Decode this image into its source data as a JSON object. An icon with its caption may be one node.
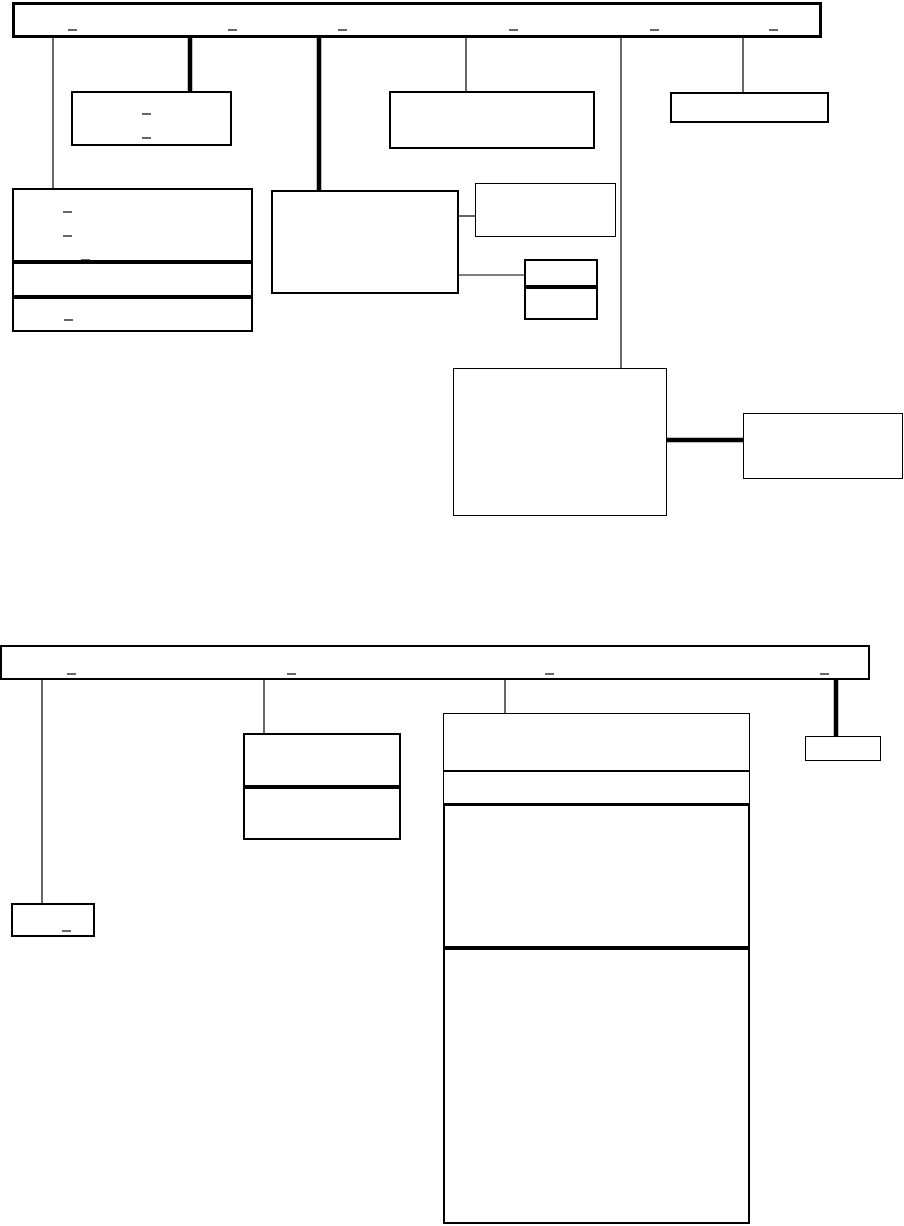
{
  "diagram": {
    "nodes": [
      {
        "text": [],
        "shape": "box"
      },
      {
        "text": [],
        "shape": "box"
      },
      {
        "text": [],
        "shape": "box"
      },
      {
        "text": [],
        "shape": "box"
      },
      {
        "text": [],
        "shape": "box"
      },
      {
        "text": [],
        "shape": "box"
      },
      {
        "text": [],
        "shape": "box"
      },
      {
        "text": [],
        "shape": "box"
      },
      {
        "text": [],
        "shape": "box"
      },
      {
        "text": [],
        "shape": "box"
      },
      {
        "text": [],
        "shape": "box"
      },
      {
        "text": [],
        "shape": "box"
      },
      {
        "text": [],
        "shape": "box"
      },
      {
        "text": [],
        "shape": "box"
      },
      {
        "text": [],
        "shape": "box"
      },
      {
        "text": [],
        "shape": "box"
      },
      {
        "text": [],
        "shape": "box"
      },
      {
        "text": [],
        "shape": "box"
      },
      {
        "text": [],
        "shape": "box"
      },
      {
        "text": [],
        "shape": "box"
      },
      {
        "text": [],
        "shape": "box"
      },
      {
        "text": [],
        "shape": "box"
      }
    ],
    "edges": [
      {
        "from": 0,
        "to": 4,
        "arrow": "none"
      },
      {
        "from": 0,
        "to": 1,
        "arrow": "none",
        "style": "thick"
      },
      {
        "from": 0,
        "to": 7,
        "arrow": "none",
        "style": "thick"
      },
      {
        "from": 0,
        "to": 2,
        "arrow": "none"
      },
      {
        "from": 0,
        "to": 11,
        "arrow": "none"
      },
      {
        "from": 0,
        "to": 3,
        "arrow": "none"
      },
      {
        "from": 7,
        "to": 8,
        "arrow": "none"
      },
      {
        "from": 7,
        "to": 9,
        "arrow": "none"
      },
      {
        "from": 11,
        "to": 12,
        "arrow": "none",
        "style": "thick"
      },
      {
        "from": 13,
        "to": 21,
        "arrow": "none"
      },
      {
        "from": 13,
        "to": 14,
        "arrow": "none"
      },
      {
        "from": 13,
        "to": 16,
        "arrow": "none"
      },
      {
        "from": 13,
        "to": 20,
        "arrow": "none",
        "style": "thick"
      }
    ]
  }
}
